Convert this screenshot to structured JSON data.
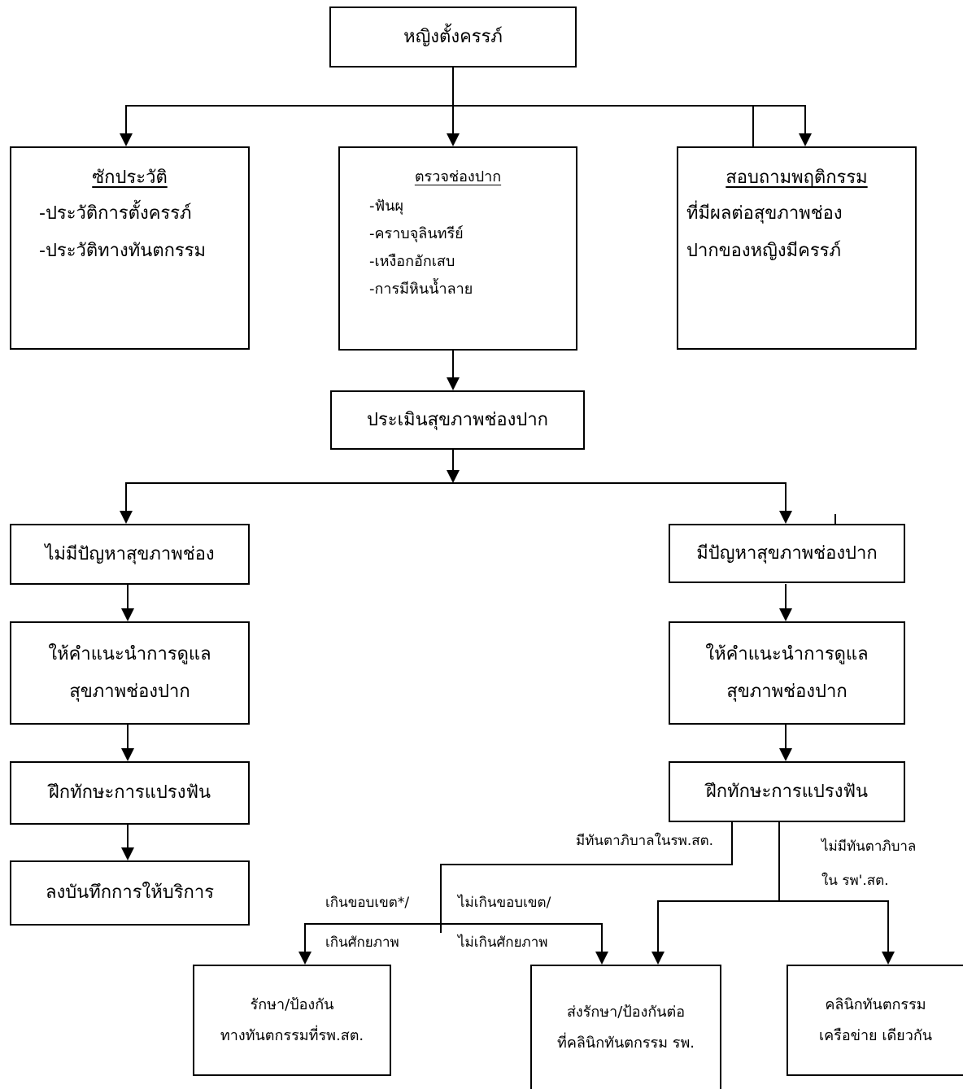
{
  "nodes": {
    "top": "หญิงตั้งครรภ์",
    "history": {
      "heading": "ซักประวัติ",
      "items": [
        "-ประวัติการตั้งครรภ์",
        "-ประวัติทางทันตกรรม"
      ]
    },
    "exam": {
      "heading": "ตรวจช่องปาก",
      "items": [
        "-ฟันผุ",
        "-คราบจุลินทรีย์",
        "-เหงือกอักเสบ",
        "-การมีหินน้ำลาย"
      ]
    },
    "behavior": {
      "heading": "สอบถามพฤติกรรม",
      "lines": [
        "ที่มีผลต่อสุขภาพช่อง",
        "ปากของหญิงมีครรภ์"
      ]
    },
    "assess": "ประเมินสุขภาพช่องปาก",
    "no_problem": "ไม่มีปัญหาสุขภาพช่อง",
    "has_problem": "มีปัญหาสุขภาพช่องปาก",
    "advice_left": [
      "ให้คำแนะนำการดูแล",
      "สุขภาพช่องปาก"
    ],
    "advice_right": [
      "ให้คำแนะนำการดูแล",
      "สุขภาพช่องปาก"
    ],
    "brushing_left": "ฝึกทักษะการแปรงฟัน",
    "brushing_right": "ฝึกทักษะการแปรงฟัน",
    "record": "ลงบันทึกการให้บริการ",
    "treat_local": [
      "รักษา/ป้องกัน",
      "ทางทันตกรรมที่รพ.สต."
    ],
    "refer_hospital": [
      "ส่งรักษา/ป้องกันต่อ",
      "ที่คลินิกทันตกรรม รพ."
    ],
    "network_clinic": [
      "คลินิกทันตกรรม",
      "เครือข่าย เดียวกัน"
    ]
  },
  "edge_labels": {
    "has_hygienist": "มีทันตาภิบาลในรพ.สต.",
    "no_hygienist": [
      "ไม่มีทันตาภิบาล",
      "ใน รพ'.สต."
    ],
    "beyond_scope": [
      "เกินขอบเขต*/",
      "เกินศักยภาพ"
    ],
    "within_scope": [
      "ไม่เกินขอบเขต/",
      "ไม่เกินศักยภาพ"
    ]
  }
}
